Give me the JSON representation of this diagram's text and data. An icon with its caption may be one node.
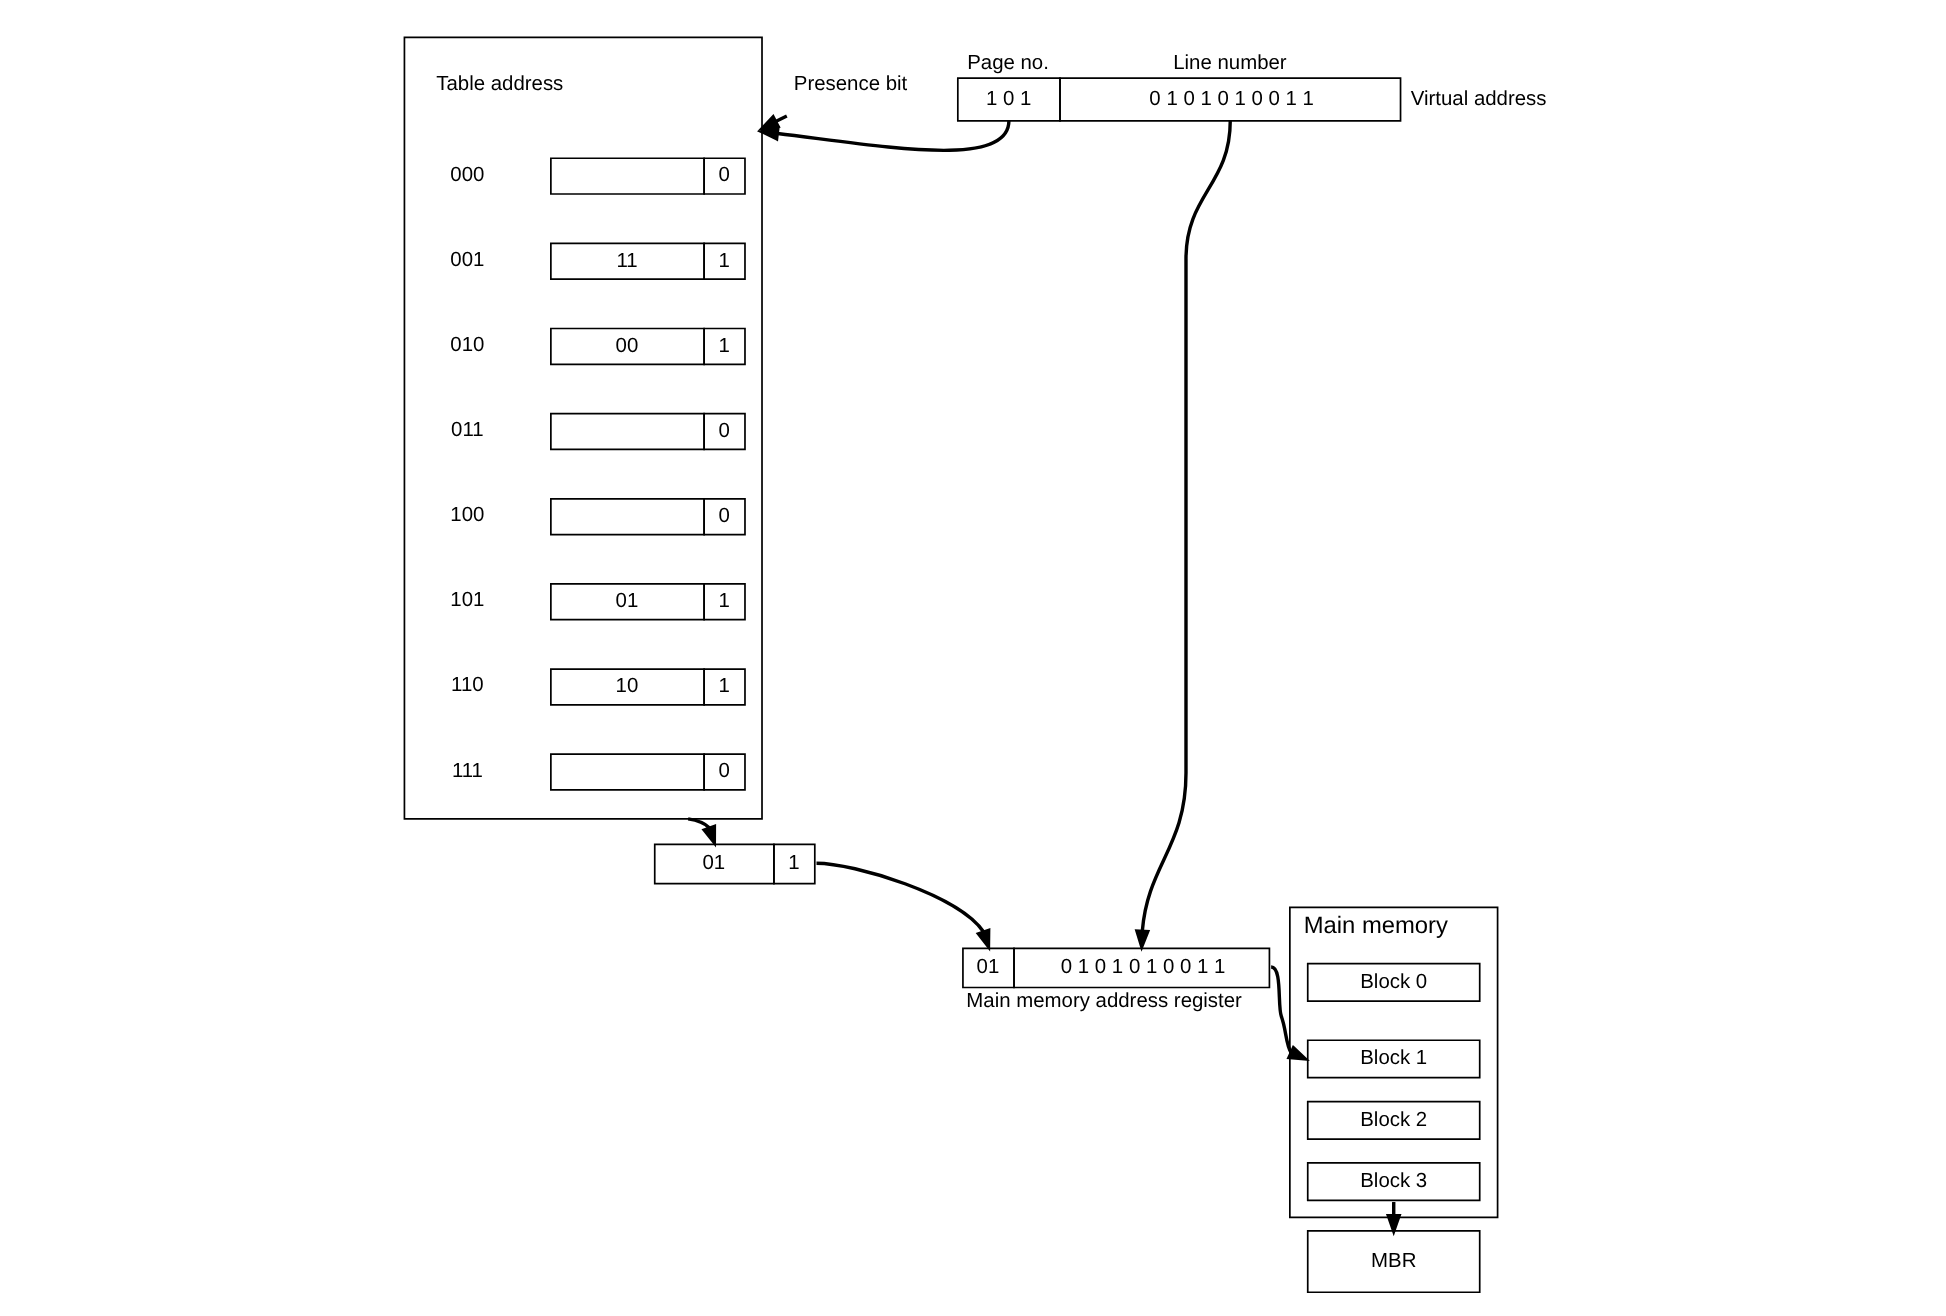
{
  "diagram": {
    "nodes": [
      {
        "text": [
          "1 0 1",
          "0 1 0 1 0 1 0 0 1 1"
        ],
        "beside": [
          "Page no.",
          "Line number",
          "Virtual address"
        ]
      },
      {
        "text": [
          "Presence bit"
        ]
      },
      {
        "text": [],
        "shape": "box"
      },
      {
        "text": [
          "0"
        ],
        "in": 2
      },
      {
        "text": [
          "11",
          "1"
        ],
        "in": 2
      },
      {
        "text": [
          "00",
          "1"
        ],
        "in": 2
      },
      {
        "text": [
          "0"
        ],
        "in": 2
      },
      {
        "text": [
          "0"
        ],
        "in": 2
      },
      {
        "text": [
          "01",
          "1"
        ],
        "in": 2
      },
      {
        "text": [
          "10",
          "1"
        ],
        "in": 2
      },
      {
        "text": [
          "0"
        ],
        "in": 2
      },
      {
        "text": [
          "01",
          "1"
        ]
      },
      {
        "text": [
          "01",
          "0 1 0 1 0 1 0 0 1 1"
        ],
        "beside": [
          "Main memory address register"
        ]
      },
      {
        "text": [
          "Main memory"
        ]
      },
      {
        "text": [
          "Block 0"
        ],
        "in": 13
      },
      {
        "text": [
          "Block 1"
        ],
        "in": 13
      },
      {
        "text": [
          "Block 2"
        ],
        "in": 13
      },
      {
        "text": [
          "Block 3"
        ],
        "in": 13
      },
      {
        "text": [
          "MBR"
        ]
      }
    ],
    "edges": [
      {
        "from": 0,
        "to": 2,
        "arrow": "to"
      },
      {
        "from": 1,
        "to": 2,
        "arrow": "to"
      },
      {
        "from": 2,
        "to": 11,
        "arrow": "to"
      },
      {
        "from": 11,
        "to": 12,
        "arrow": "to"
      },
      {
        "from": 0,
        "to": 12,
        "arrow": "to"
      },
      {
        "from": 12,
        "to": 15,
        "arrow": "to"
      },
      {
        "from": 17,
        "to": 18,
        "arrow": "to"
      }
    ],
    "labels": [
      "Table address",
      "000",
      "001",
      "010",
      "011",
      "100",
      "101",
      "110",
      "111"
    ]
  }
}
